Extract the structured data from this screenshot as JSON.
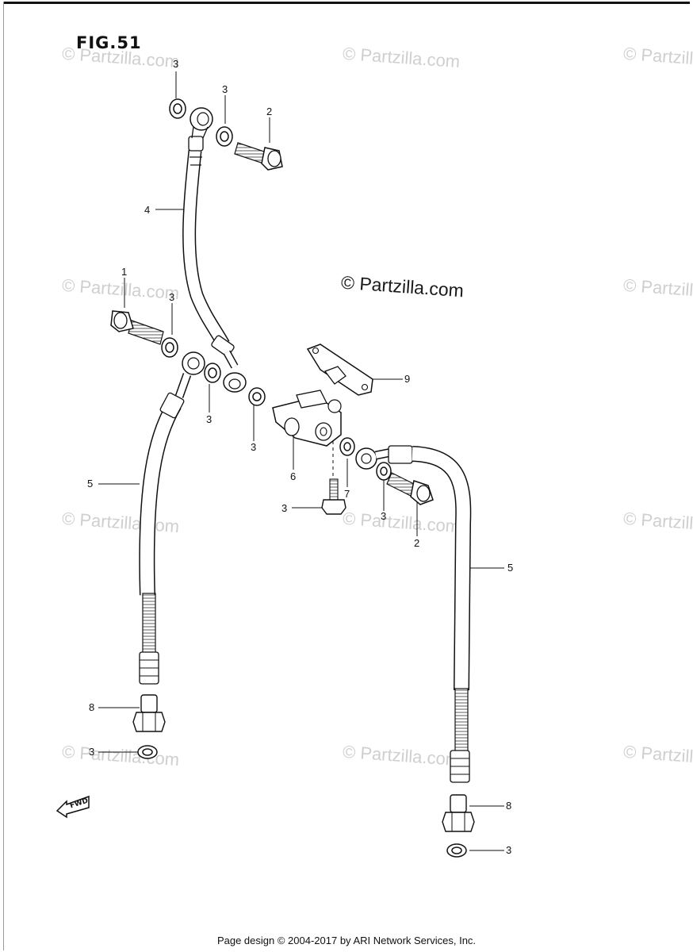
{
  "figure": {
    "title": "FIG.51"
  },
  "watermark": {
    "text": "© Partzilla.com",
    "main_text": "© Partzilla.com"
  },
  "fwd_label": "FWD",
  "callouts": [
    "3",
    "3",
    "2",
    "4",
    "1",
    "3",
    "3",
    "3",
    "9",
    "6",
    "3",
    "7",
    "3",
    "2",
    "5",
    "5",
    "8",
    "3",
    "8",
    "3"
  ],
  "footer": {
    "text": "Page design © 2004-2017 by ARI Network Services, Inc."
  }
}
